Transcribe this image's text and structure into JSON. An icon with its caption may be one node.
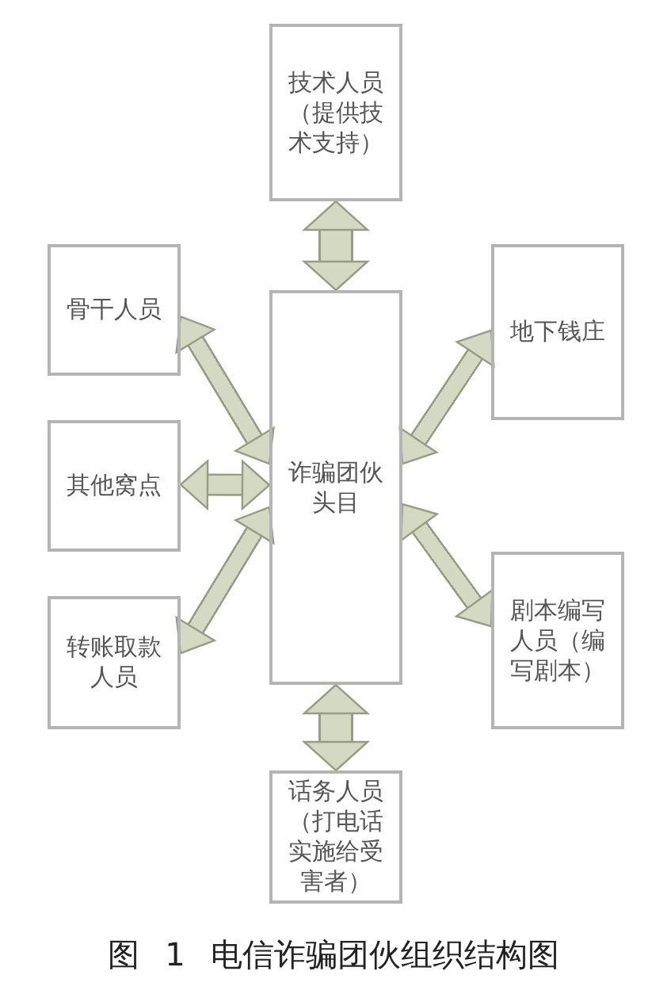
{
  "diagram": {
    "caption": "图 1 电信诈骗团伙组织结构图",
    "nodes": [
      {
        "text": [
          "技术人员（提供技术支持）"
        ]
      },
      {
        "text": [
          "骨干人员"
        ]
      },
      {
        "text": [
          "诈骗团伙头目"
        ]
      },
      {
        "text": [
          "地下钱庄"
        ]
      },
      {
        "text": [
          "其他窝点"
        ]
      },
      {
        "text": [
          "剧本编写人员（编写剧本）"
        ]
      },
      {
        "text": [
          "转账取款人员"
        ]
      },
      {
        "text": [
          "话务人员（打电话实施给受害者）"
        ]
      }
    ],
    "edges": [
      {
        "from": 2,
        "to": 0,
        "arrow": "both"
      },
      {
        "from": 2,
        "to": 1,
        "arrow": "both"
      },
      {
        "from": 2,
        "to": 3,
        "arrow": "both"
      },
      {
        "from": 2,
        "to": 4,
        "arrow": "both"
      },
      {
        "from": 2,
        "to": 5,
        "arrow": "both"
      },
      {
        "from": 2,
        "to": 6,
        "arrow": "both"
      },
      {
        "from": 2,
        "to": 7,
        "arrow": "both"
      }
    ]
  }
}
